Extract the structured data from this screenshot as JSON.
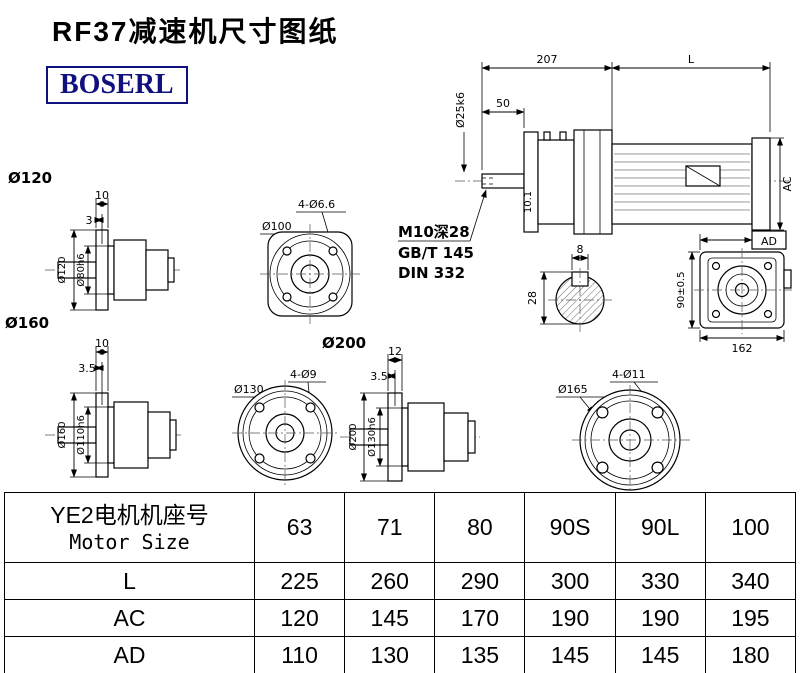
{
  "page": {
    "title": "RF37减速机尺寸图纸",
    "logo": "BOSERL"
  },
  "drawings": {
    "unit120": {
      "title": "Ø120",
      "dim1": "10",
      "dim2": "3",
      "outer": "Ø120",
      "inner": "Ø80h6"
    },
    "flange100": {
      "holes": "4-Ø6.6",
      "circle": "Ø100"
    },
    "main": {
      "len_gear": "207",
      "len_motor": "L",
      "shaft_dia": "Ø25k6",
      "shaft_len": "50",
      "height": "AC",
      "flange_th": "10.1",
      "tap": "M10深28",
      "std1": "GB/T 145",
      "std2": "DIN 332"
    },
    "section": {
      "key_w": "8",
      "key_h": "28"
    },
    "rear": {
      "width": "AD",
      "height": "90±0.5",
      "base": "162"
    },
    "unit160": {
      "title": "Ø160",
      "dim1": "10",
      "dim2": "3.5",
      "outer": "Ø160",
      "inner": "Ø110h6"
    },
    "flange130": {
      "dia": "Ø130",
      "holes": "4-Ø9"
    },
    "unit200": {
      "title": "Ø200",
      "dim1": "12",
      "dim2": "3.5",
      "outer": "Ø200",
      "inner": "Ø130h6"
    },
    "flange165": {
      "dia": "Ø165",
      "holes": "4-Ø11"
    }
  },
  "table": {
    "header_cn": "YE2电机机座号",
    "header_en": "Motor Size",
    "columns": [
      "63",
      "71",
      "80",
      "90S",
      "90L",
      "100"
    ],
    "rows": [
      {
        "label": "L",
        "values": [
          "225",
          "260",
          "290",
          "300",
          "330",
          "340"
        ]
      },
      {
        "label": "AC",
        "values": [
          "120",
          "145",
          "170",
          "190",
          "190",
          "195"
        ]
      },
      {
        "label": "AD",
        "values": [
          "110",
          "130",
          "135",
          "145",
          "145",
          "180"
        ]
      }
    ]
  }
}
